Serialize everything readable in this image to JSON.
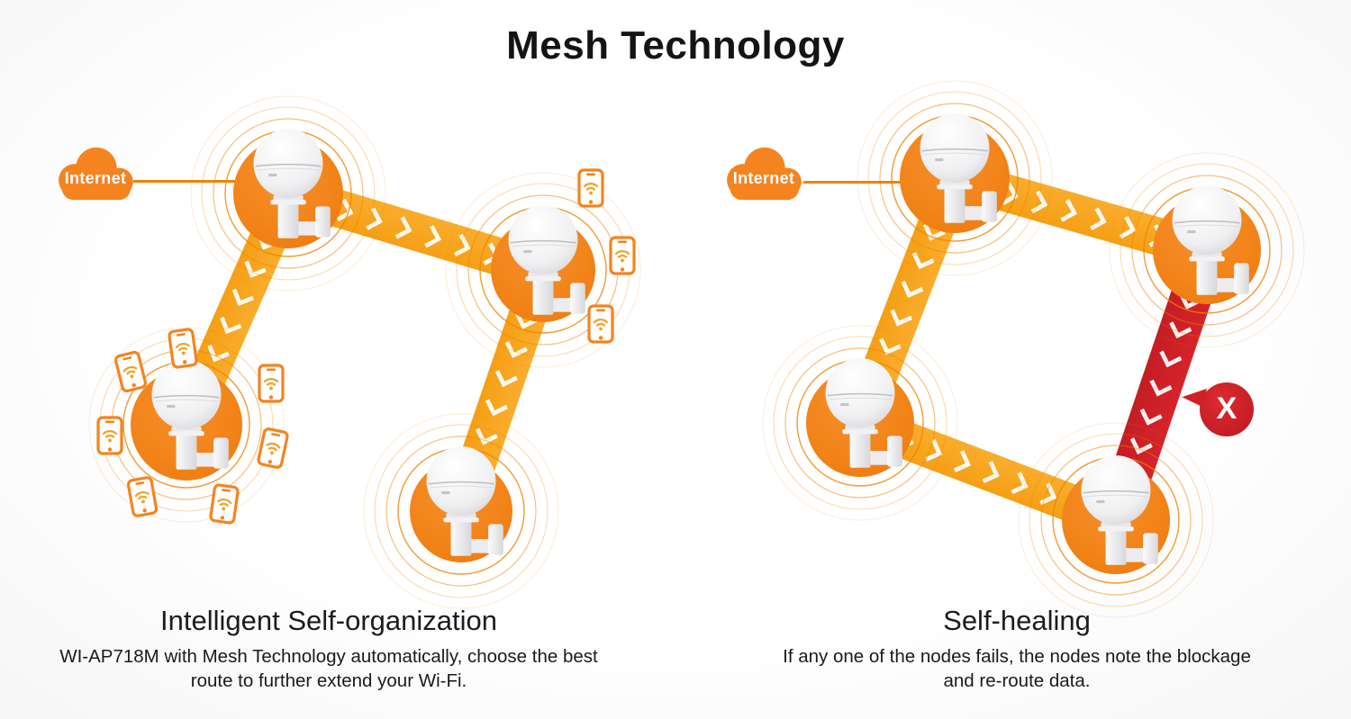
{
  "title": "Mesh Technology",
  "colors": {
    "node_orange": "#F08014",
    "band_orange": "#F7A41F",
    "failed_red": "#CE2026",
    "text_black": "#141414"
  },
  "left_panel": {
    "internet_label": "Internet",
    "heading": "Intelligent Self-organization",
    "description": "WI-AP718M with Mesh Technology automatically, choose the best route to further extend your Wi-Fi.",
    "topology": {
      "nodes": [
        "gateway-node",
        "east-node",
        "southwest-node",
        "south-node"
      ],
      "links": [
        {
          "from": "gateway-node",
          "to": "east-node",
          "status": "active"
        },
        {
          "from": "gateway-node",
          "to": "southwest-node",
          "status": "active"
        },
        {
          "from": "east-node",
          "to": "south-node",
          "status": "active"
        }
      ],
      "client_devices": "smartphones-with-wifi"
    }
  },
  "right_panel": {
    "internet_label": "Internet",
    "heading": "Self-healing",
    "description": "If any one of the nodes fails, the nodes note the blockage and re-route data.",
    "failure_marker": "X",
    "topology": {
      "nodes": [
        "gateway-node",
        "east-node",
        "southwest-node",
        "south-node"
      ],
      "links": [
        {
          "from": "gateway-node",
          "to": "east-node",
          "status": "active"
        },
        {
          "from": "gateway-node",
          "to": "southwest-node",
          "status": "active"
        },
        {
          "from": "southwest-node",
          "to": "south-node",
          "status": "active"
        },
        {
          "from": "east-node",
          "to": "south-node",
          "status": "failed"
        }
      ]
    }
  }
}
